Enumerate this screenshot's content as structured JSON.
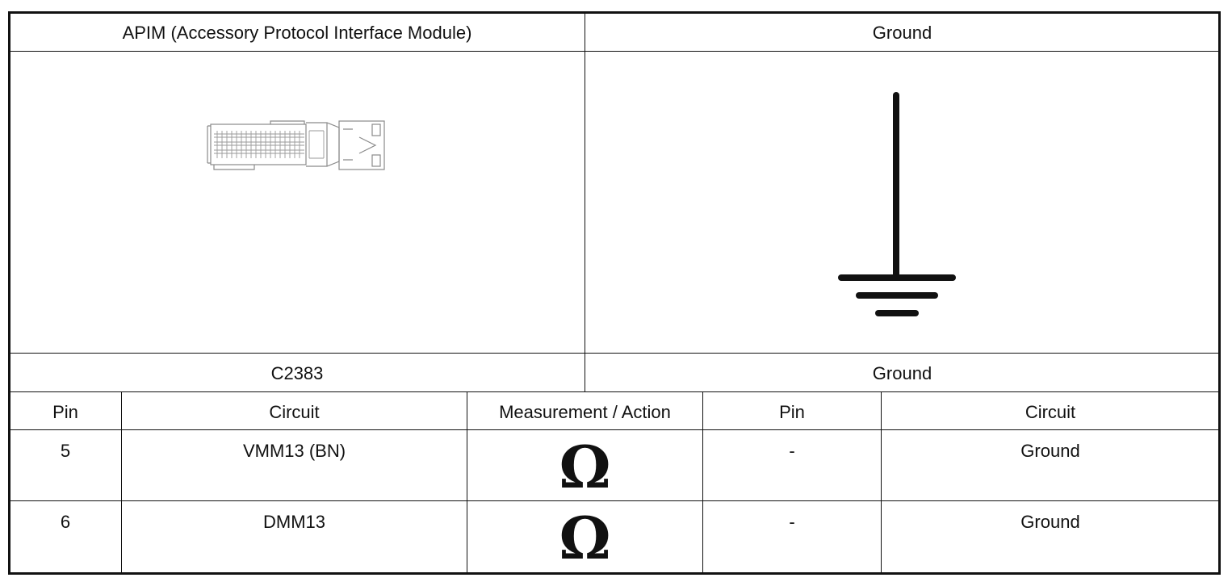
{
  "top_headers": {
    "left": "APIM (Accessory Protocol Interface Module)",
    "right": "Ground"
  },
  "images": {
    "left": "connector-icon",
    "right": "ground-symbol-icon"
  },
  "connector_labels": {
    "left": "C2383",
    "right": "Ground"
  },
  "table": {
    "columns": [
      "Pin",
      "Circuit",
      "Measurement / Action",
      "Pin",
      "Circuit"
    ],
    "rows": [
      {
        "pin": "5",
        "circuit": "VMM13 (BN)",
        "measurement": "Ω",
        "pin2": "-",
        "circuit2": "Ground"
      },
      {
        "pin": "6",
        "circuit": "DMM13",
        "measurement": "Ω",
        "pin2": "-",
        "circuit2": "Ground"
      }
    ]
  }
}
